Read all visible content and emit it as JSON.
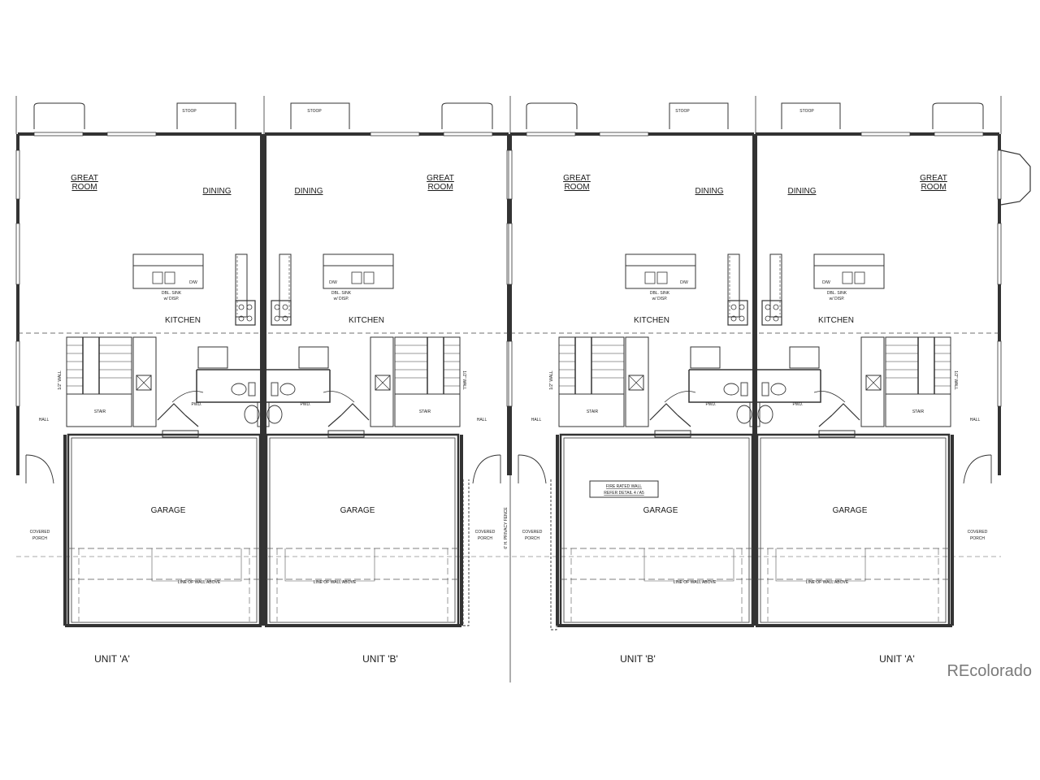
{
  "rooms": {
    "great_room_1": "GREAT",
    "great_room_2": "ROOM",
    "dining": "DINING",
    "kitchen": "KITCHEN",
    "stair": "STAIR",
    "pwd": "PWD.",
    "hall": "HALL",
    "garage": "GARAGE",
    "porch_1": "COVERED",
    "porch_2": "PORCH",
    "stoop": "STOOP",
    "line_of_wall": "LINE OF WALL ABOVE",
    "dbl_sink_1": "DBL. SINK",
    "dbl_sink_2": "w/ DISP.",
    "dw": "D/W",
    "wall_note": "1/2\" WALL",
    "privacy_fence": "6' H. PRIVACY FENCE"
  },
  "fire_wall_note": {
    "line1": "FIRE RATED WALL",
    "line2": "REFER DETAIL 4 / A5"
  },
  "units": [
    "UNIT 'A'",
    "UNIT 'B'",
    "UNIT 'B'",
    "UNIT 'A'"
  ],
  "watermark": "REcolorado"
}
